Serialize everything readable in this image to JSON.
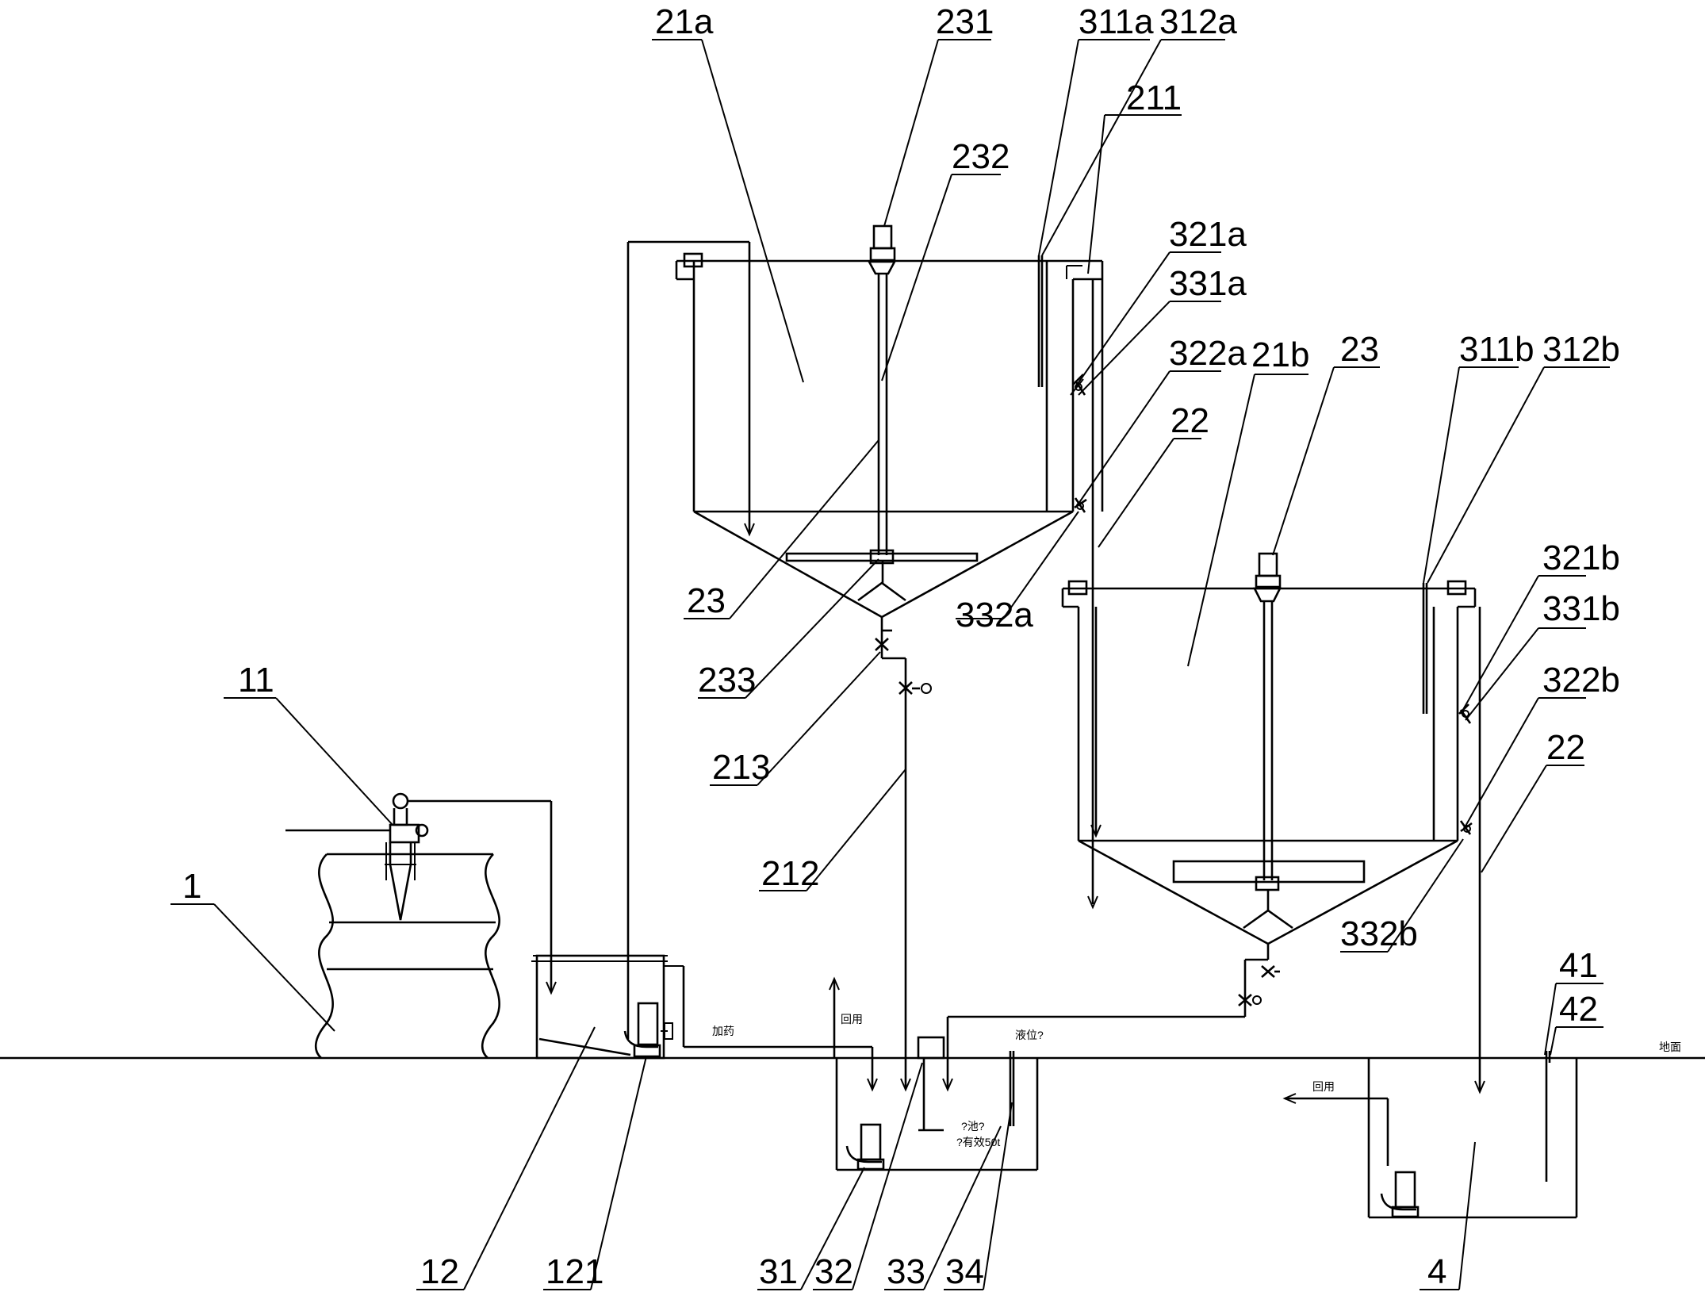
{
  "labels": {
    "l1": "1",
    "l11": "11",
    "l12": "12",
    "l121": "121",
    "l21a": "21a",
    "l21b": "21b",
    "l211": "211",
    "l212": "212",
    "l213": "213",
    "l22a": "22",
    "l22b": "22",
    "l23a": "23",
    "l23b": "23",
    "l231": "231",
    "l232": "232",
    "l233": "233",
    "l31": "31",
    "l32": "32",
    "l33": "33",
    "l34": "34",
    "l311a": "311a",
    "l312a": "312a",
    "l311b": "311b",
    "l312b": "312b",
    "l321a": "321a",
    "l331a": "331a",
    "l322a": "322a",
    "l332a": "332a",
    "l321b": "321b",
    "l331b": "331b",
    "l322b": "322b",
    "l332b": "332b",
    "l4": "4",
    "l41": "41",
    "l42": "42"
  }
}
